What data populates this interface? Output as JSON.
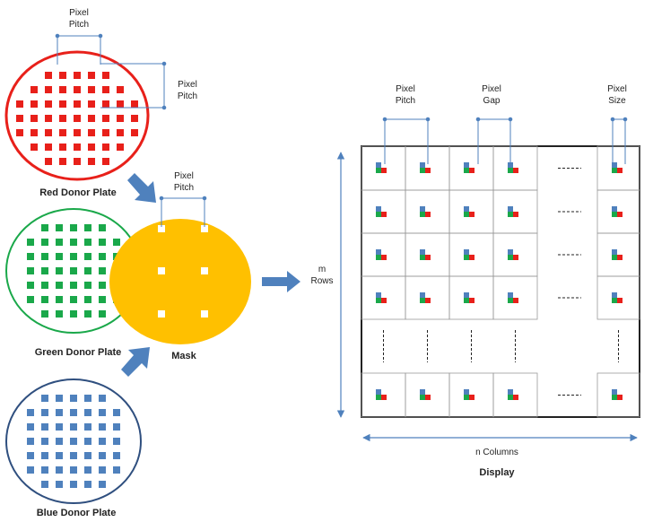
{
  "colors": {
    "red": "#e8201a",
    "green": "#1aa84a",
    "blue": "#4f81bd",
    "mask": "#ffc000",
    "blue_outline": "#2f4f7f",
    "dim_line": "#4f81bd"
  },
  "donor_plates": {
    "red": {
      "label": "Red Donor Plate"
    },
    "green": {
      "label": "Green Donor Plate"
    },
    "blue": {
      "label": "Blue Donor Plate"
    }
  },
  "mask": {
    "label": "Mask"
  },
  "dimensions": {
    "red_pitch_top": [
      "Pixel",
      "Pitch"
    ],
    "red_pitch_side": [
      "Pixel",
      "Pitch"
    ],
    "mask_pitch": [
      "Pixel",
      "Pitch"
    ],
    "display_pitch": [
      "Pixel",
      "Pitch"
    ],
    "display_gap": [
      "Pixel",
      "Gap"
    ],
    "display_size": [
      "Pixel",
      "Size"
    ]
  },
  "display": {
    "title": "Display",
    "rows_label": [
      "m",
      "Rows"
    ],
    "columns_label": "n Columns"
  }
}
